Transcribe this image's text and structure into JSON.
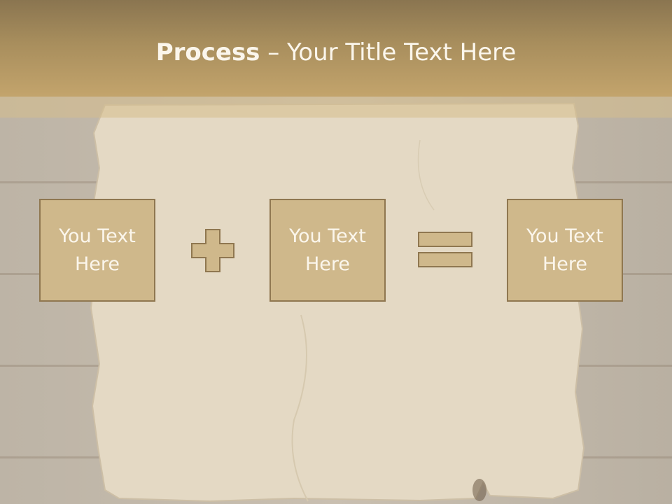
{
  "slide": {
    "title_bold": "Process",
    "title_rest": " – Your Title Text Here"
  },
  "boxes": [
    {
      "text": "You Text Here"
    },
    {
      "text": "You Text Here"
    },
    {
      "text": "You Text Here"
    }
  ],
  "operators": [
    "plus",
    "equals"
  ],
  "colors": {
    "title_bar": "#a88e5d",
    "box_fill": "#cfb88b",
    "box_border": "#8f7750",
    "text": "#fbf6ec",
    "parchment": "#e4d9c4",
    "wood": "#c2b8aa"
  }
}
